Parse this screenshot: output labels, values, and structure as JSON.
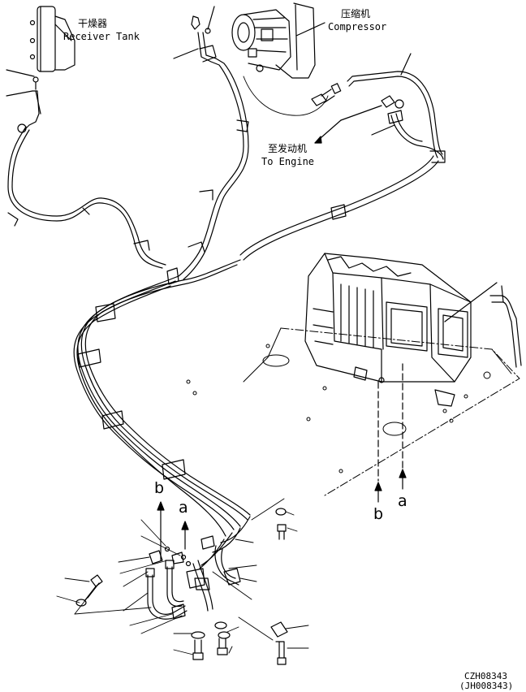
{
  "labels": {
    "receiver_tank_cn": "干燥器",
    "receiver_tank_en": "Receiver Tank",
    "compressor_cn": "压缩机",
    "compressor_en": "Compressor",
    "to_engine_cn": "至发动机",
    "to_engine_en": "To Engine",
    "ref_b_left": "b",
    "ref_a_left": "a",
    "ref_b_right": "b",
    "ref_a_right": "a",
    "drawing_code": "CZH08343",
    "drawing_code_alt": "(JH008343)"
  }
}
